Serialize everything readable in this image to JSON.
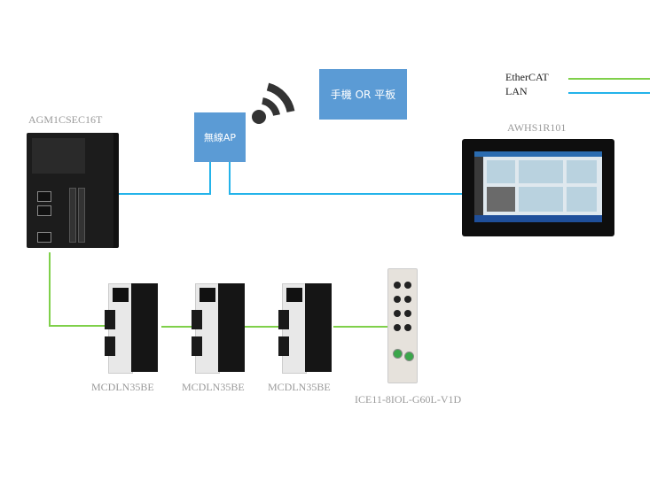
{
  "legend": {
    "items": [
      {
        "label": "EtherCAT",
        "color": "#7fd04a"
      },
      {
        "label": "LAN",
        "color": "#23b3ea"
      }
    ]
  },
  "nodes": {
    "plc": {
      "label": "AGM1CSEC16T"
    },
    "wireless_ap": {
      "label": "無線AP"
    },
    "mobile": {
      "label": "手機 OR 平板"
    },
    "hmi": {
      "label": "AWHS1R101"
    },
    "servo_1": {
      "label": "MCDLN35BE"
    },
    "servo_2": {
      "label": "MCDLN35BE"
    },
    "servo_3": {
      "label": "MCDLN35BE"
    },
    "io_module": {
      "label": "ICE11-8IOL-G60L-V1D"
    }
  },
  "connections": [
    {
      "from": "plc",
      "to": "wireless_ap",
      "type": "LAN"
    },
    {
      "from": "wireless_ap",
      "to": "hmi",
      "type": "LAN"
    },
    {
      "from": "wireless_ap",
      "to": "mobile",
      "type": "wireless"
    },
    {
      "from": "plc",
      "to": "servo_1",
      "type": "EtherCAT"
    },
    {
      "from": "servo_1",
      "to": "servo_2",
      "type": "EtherCAT"
    },
    {
      "from": "servo_2",
      "to": "servo_3",
      "type": "EtherCAT"
    },
    {
      "from": "servo_3",
      "to": "io_module",
      "type": "EtherCAT"
    }
  ]
}
